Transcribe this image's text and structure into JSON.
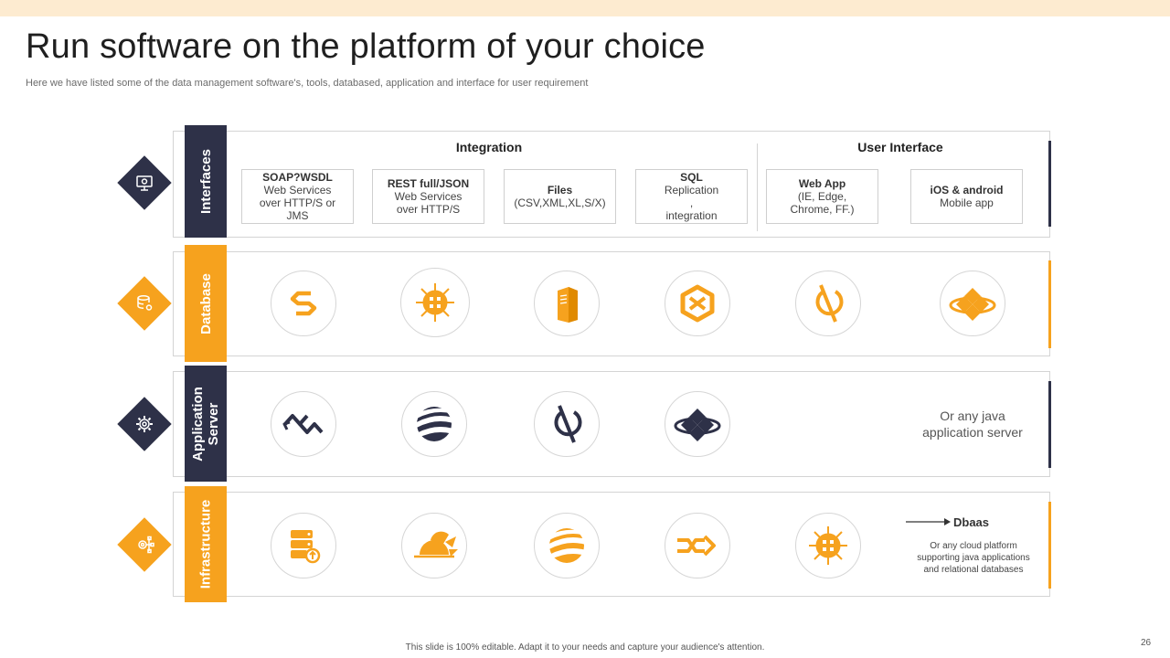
{
  "slide": {
    "title": "Run software on the platform of your choice",
    "subtitle": "Here we have listed some of the data management software's, tools, databased, application and interface for user requirement",
    "footer": "This slide is 100% editable.  Adapt it to your needs and capture your audience's attention.",
    "page_number": "26"
  },
  "colors": {
    "dark": "#2e3148",
    "orange": "#f6a21e",
    "top_strip": "#fdebd0"
  },
  "rows": {
    "interfaces": {
      "label": "Interfaces",
      "icon": "monitor-settings-icon",
      "integration_heading": "Integration",
      "user_interface_heading": "User Interface",
      "cards": [
        {
          "heading": "SOAP?WSDL",
          "lines": [
            "Web Services",
            "over HTTP/S or",
            "JMS"
          ]
        },
        {
          "heading": "REST full/JSON",
          "lines": [
            "Web Services",
            "over HTTP/S"
          ]
        },
        {
          "heading": "Files",
          "lines": [
            "(CSV,XML,XL,S/X)"
          ]
        },
        {
          "heading": "SQL",
          "lines": [
            "Replication",
            ",",
            "integration"
          ]
        },
        {
          "heading": "Web App",
          "lines": [
            "(IE, Edge,",
            "Chrome, FF.)"
          ]
        },
        {
          "heading": "iOS & android",
          "lines": [
            "Mobile app"
          ]
        }
      ]
    },
    "database": {
      "label": "Database",
      "icon": "database-gear-icon",
      "logos": [
        "s-bracket-logo",
        "chip-logo",
        "server-tower-logo",
        "hexagon-logo",
        "arc-slash-logo",
        "diamond-ellipse-logo"
      ]
    },
    "application_server": {
      "label_line1": "Application",
      "label_line2": "Server",
      "icon": "gear-chip-icon",
      "logos": [
        "zigzag-arrows-logo",
        "sphere-stripes-logo",
        "arc-slash-logo",
        "diamond-ellipse-logo"
      ],
      "note": "Or any java application server"
    },
    "infrastructure": {
      "label": "Infrastructure",
      "icon": "network-gear-icon",
      "logos": [
        "server-stack-logo",
        "fan-sun-logo",
        "sphere-stripes-logo",
        "cross-arrows-logo",
        "chip-logo"
      ],
      "dbaas_label": "Dbaas",
      "dbaas_note": "Or any cloud platform supporting java applications and relational databases"
    }
  }
}
